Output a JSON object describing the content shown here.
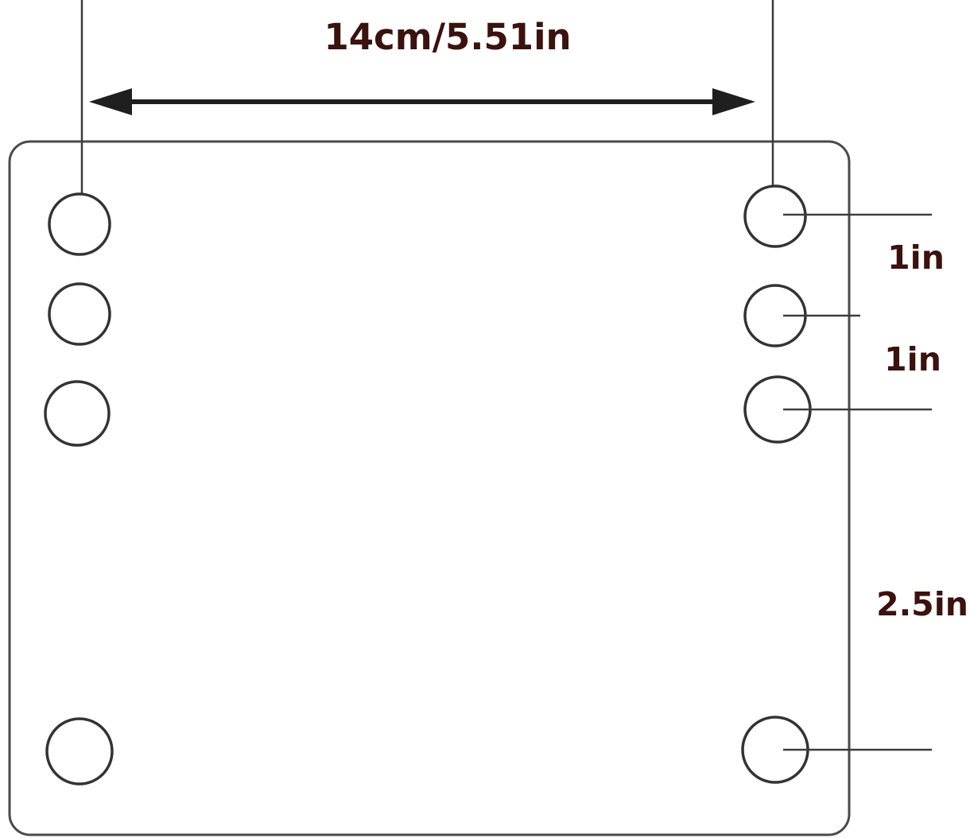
{
  "diagram": {
    "labels": {
      "top_width": "14cm/5.51in",
      "spacing_top": "1in",
      "spacing_mid": "1in",
      "spacing_bottom": "2.5in"
    },
    "holes": {
      "left_column_count": 3,
      "right_column_count": 3,
      "bottom_left_count": 1,
      "bottom_right_count": 1
    },
    "colors": {
      "text": "#3a120e",
      "line": "#3d3d3d",
      "plate_outline": "#4a4a4a",
      "background": "#ffffff"
    }
  }
}
